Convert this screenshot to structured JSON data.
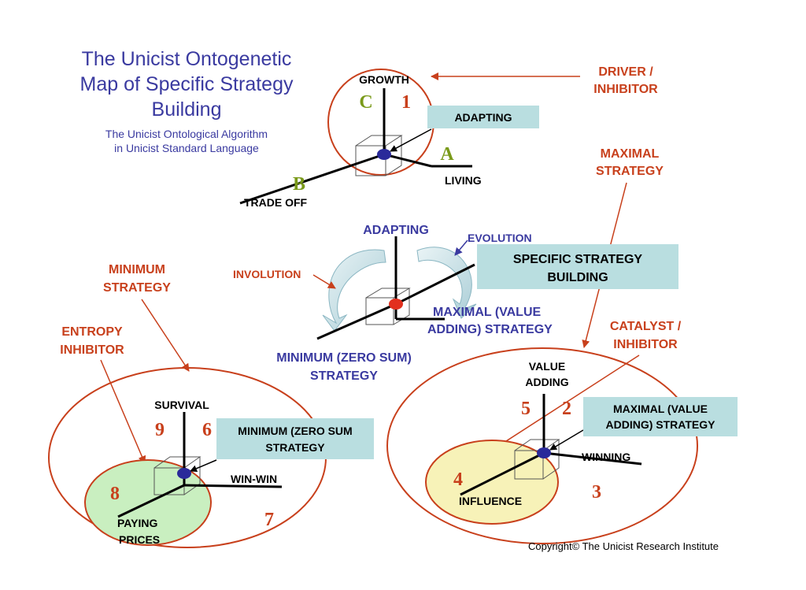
{
  "title": {
    "line1": "The Unicist Ontogenetic",
    "line2": "Map of Specific Strategy",
    "line3": "Building",
    "sub1": "The Unicist Ontological Algorithm",
    "sub2": "in Unicist Standard Language"
  },
  "top": {
    "growth": "GROWTH",
    "living": "LIVING",
    "trade_off": "TRADE OFF",
    "adapting_box": "ADAPTING",
    "letter_a": "A",
    "letter_b": "B",
    "letter_c": "C",
    "num_1": "1",
    "driver1": "DRIVER /",
    "driver2": "INHIBITOR"
  },
  "center": {
    "adapting": "ADAPTING",
    "evolution": "EVOLUTION",
    "involution": "INVOLUTION",
    "maximal1": "MAXIMAL (VALUE",
    "maximal2": "ADDING) STRATEGY",
    "minimum1": "MINIMUM (ZERO SUM)",
    "minimum2": "STRATEGY",
    "box1": "SPECIFIC STRATEGY",
    "box2": "BUILDING"
  },
  "labels": {
    "maximal_strategy1": "MAXIMAL",
    "maximal_strategy2": "STRATEGY",
    "minimum_strategy1": "MINIMUM",
    "minimum_strategy2": "STRATEGY",
    "entropy1": "ENTROPY",
    "entropy2": "INHIBITOR",
    "catalyst1": "CATALYST /",
    "catalyst2": "INHIBITOR"
  },
  "left": {
    "survival": "SURVIVAL",
    "win_win": "WIN-WIN",
    "paying1": "PAYING",
    "paying2": "PRICES",
    "box1": "MINIMUM (ZERO SUM",
    "box2": "STRATEGY",
    "n9": "9",
    "n6": "6",
    "n8": "8",
    "n7": "7"
  },
  "right": {
    "value1": "VALUE",
    "value2": "ADDING",
    "winning": "WINNING",
    "influence": "INFLUENCE",
    "box1": "MAXIMAL (VALUE",
    "box2": "ADDING) STRATEGY",
    "n5": "5",
    "n2": "2",
    "n4": "4",
    "n3": "3"
  },
  "copyright": "Copyright© The Unicist Research Institute",
  "colors": {
    "title": "#3a3aa0",
    "accent": "#c8401c",
    "box": "#b9dee0",
    "green": "#7a9a1a",
    "green_fill": "#c9efc0",
    "yellow_fill": "#f7f2b8",
    "dot_blue": "#2a2a9a",
    "dot_red": "#e2301e"
  }
}
